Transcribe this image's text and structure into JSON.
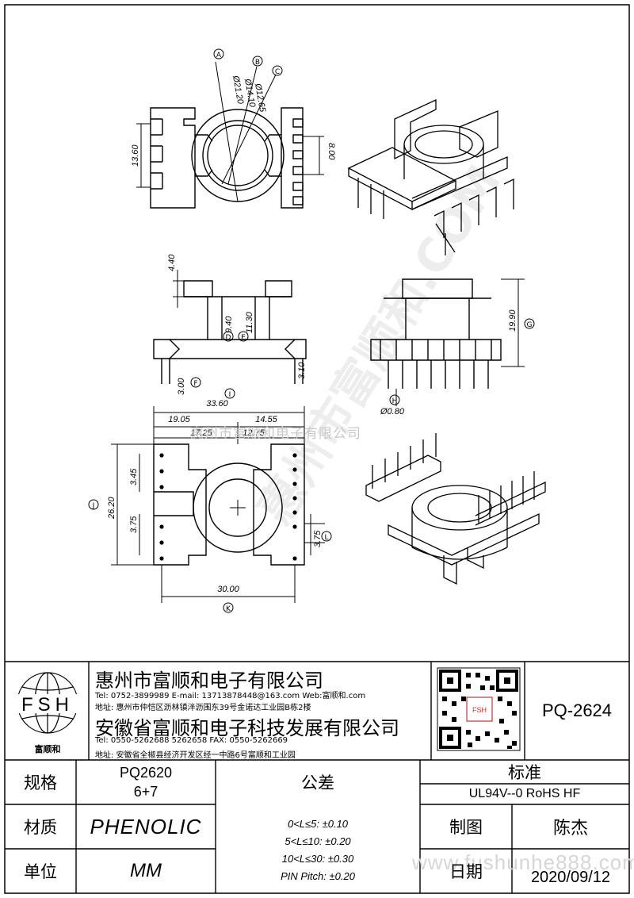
{
  "drawing": {
    "dims": {
      "d_a": "Ø21.20",
      "d_b": "Ø14.10",
      "d_c": "Ø12.65",
      "h_13_60": "13.60",
      "h_8_00": "8.00",
      "h_4_40": "4.40",
      "h_9_40": "9.40",
      "h_11_30": "11.30",
      "h_3_00": "3.00",
      "h_3_10": "3.10",
      "h_19_90": "19.90",
      "pin_dia": "Ø0.80",
      "w_33_60": "33.60",
      "w_19_05": "19.05",
      "w_14_55": "14.55",
      "w_17_25": "17.25",
      "w_12_75": "12.75",
      "h_26_20": "26.20",
      "h_3_45": "3.45",
      "h_3_75_left": "3.75",
      "h_3_75_right": "3.75",
      "w_30_00": "30.00"
    },
    "markers": {
      "A": "A",
      "B": "B",
      "C": "C",
      "D": "D",
      "E": "E",
      "F": "F",
      "G": "G",
      "H": "H",
      "I": "I",
      "J": "J",
      "K": "K",
      "L": "L"
    }
  },
  "watermarks": {
    "company_line": "惠州市富顺和电子有限公司",
    "diagonal": "惠州市富顺和.COM",
    "url": "www.fushunhe888.com"
  },
  "company": {
    "logo_text": "FSH",
    "logo_caption": "富顺和",
    "name1": "惠州市富顺和电子有限公司",
    "contact1": "Tel:  0752-3899989   E-mail: 13713878448@163.com   Web:富顺和.com",
    "address1": "地址: 惠州市仲恺区沥林镇泮沥围东39号金诺达工业园B栋2楼",
    "name2": "安徽省富顺和电子科技发展有限公司",
    "contact2": "Tel:  0550-5262688   5262658       FAX: 0550-5262669",
    "address2": "地址: 安徽省全椒县经济开发区经一中路6号富顺和工业园",
    "part_number": "PQ-2624",
    "qr_caption": "FSH"
  },
  "table": {
    "spec_label": "规格",
    "spec_value_1": "PQ2620",
    "spec_value_2": "6+7",
    "tolerance_label": "公差",
    "standard_label": "标准",
    "standard_value": "UL94V--0  RoHS HF",
    "material_label": "材质",
    "material_value": "PHENOLIC",
    "tol_1": "0<L≤5: ±0.10",
    "tol_2": "5<L≤10: ±0.20",
    "tol_3": "10<L≤30: ±0.30",
    "tol_4": "PIN Pitch: ±0.20",
    "drawn_label": "制图",
    "drawn_value": "陈杰",
    "unit_label": "单位",
    "unit_value": "MM",
    "date_label": "日期",
    "date_value": "2020/09/12"
  }
}
